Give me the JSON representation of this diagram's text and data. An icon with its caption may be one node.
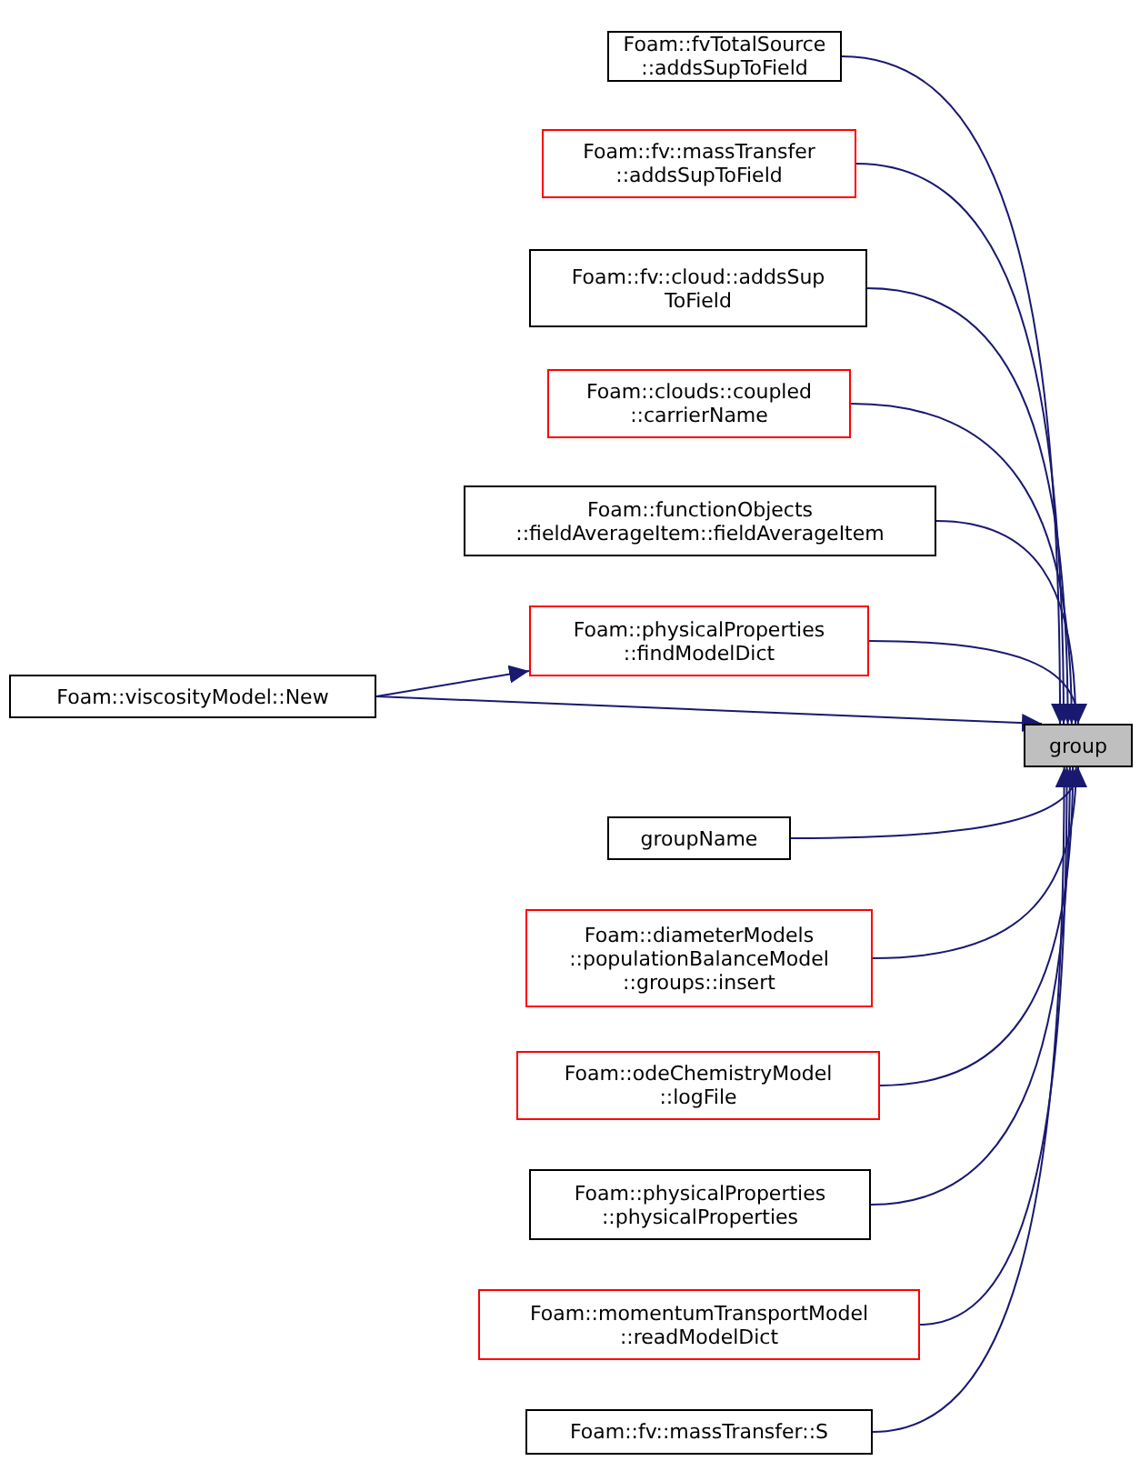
{
  "diagram": {
    "nodes": [
      {
        "text": [
          "Foam::fvTotalSource ::addsSupToField"
        ]
      },
      {
        "text": [
          "Foam::fv::massTransfer ::addsSupToField"
        ]
      },
      {
        "text": [
          "Foam::fv::cloud::addsSup ToField"
        ]
      },
      {
        "text": [
          "Foam::clouds::coupled ::carrierName"
        ]
      },
      {
        "text": [
          "Foam::functionObjects ::fieldAverageItem::fieldAverageItem"
        ]
      },
      {
        "text": [
          "Foam::physicalProperties ::findModelDict"
        ]
      },
      {
        "text": [
          "Foam::viscosityModel::New"
        ]
      },
      {
        "text": [
          "group"
        ]
      },
      {
        "text": [
          "groupName"
        ]
      },
      {
        "text": [
          "Foam::diameterModels ::populationBalanceModel ::groups::insert"
        ]
      },
      {
        "text": [
          "Foam::odeChemistryModel ::logFile"
        ]
      },
      {
        "text": [
          "Foam::physicalProperties ::physicalProperties"
        ]
      },
      {
        "text": [
          "Foam::momentumTransportModel ::readModelDict"
        ]
      },
      {
        "text": [
          "Foam::fv::massTransfer::S"
        ]
      }
    ],
    "edges": [
      {
        "from": 0,
        "to": 7,
        "arrow": "to"
      },
      {
        "from": 1,
        "to": 7,
        "arrow": "to"
      },
      {
        "from": 2,
        "to": 7,
        "arrow": "to"
      },
      {
        "from": 3,
        "to": 7,
        "arrow": "to"
      },
      {
        "from": 4,
        "to": 7,
        "arrow": "to"
      },
      {
        "from": 5,
        "to": 7,
        "arrow": "to"
      },
      {
        "from": 6,
        "to": 5,
        "arrow": "to"
      },
      {
        "from": 6,
        "to": 7,
        "arrow": "to"
      },
      {
        "from": 8,
        "to": 7,
        "arrow": "to"
      },
      {
        "from": 9,
        "to": 7,
        "arrow": "to"
      },
      {
        "from": 10,
        "to": 7,
        "arrow": "to"
      },
      {
        "from": 11,
        "to": 7,
        "arrow": "to"
      },
      {
        "from": 12,
        "to": 7,
        "arrow": "to"
      },
      {
        "from": 13,
        "to": 7,
        "arrow": "to"
      }
    ]
  }
}
